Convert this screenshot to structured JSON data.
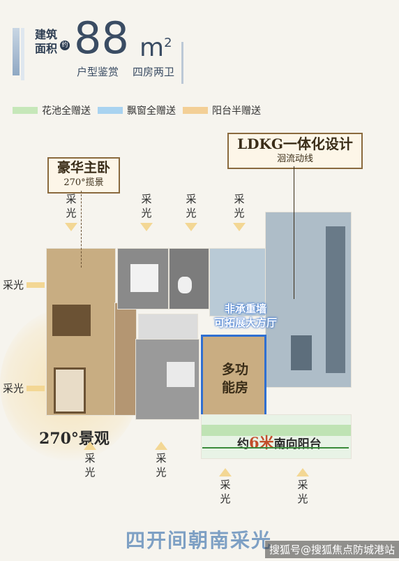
{
  "header": {
    "badge_line1": "建筑",
    "badge_line2": "面积",
    "badge_mark": "约",
    "area_value": "88",
    "area_unit": "m",
    "area_unit_sup": "2",
    "sub_left": "户型鉴赏",
    "sub_right": "四房两卫"
  },
  "legend": [
    {
      "label": "花池全赠送",
      "color": "#c6e7b9"
    },
    {
      "label": "飘窗全赠送",
      "color": "#a9d3f0"
    },
    {
      "label": "阳台半赠送",
      "color": "#f3cf96"
    }
  ],
  "callouts": {
    "master_title": "豪华主卧",
    "master_sub": "270°揽景",
    "ldkg_title": "LDKG一体化设计",
    "ldkg_sub": "洄流动线",
    "wall_line1": "非承重墙",
    "wall_line2": "可拓展大方厅",
    "multi_line1": "多功",
    "multi_line2": "能房",
    "view270": "270°景观",
    "balcony_prefix": "约",
    "balcony_num": "6米",
    "balcony_suffix": "南向阳台"
  },
  "light_label_line1": "采",
  "light_label_line2": "光",
  "light_label_inline": "采光",
  "bottom_title": "四开间朝南采光",
  "watermark": "搜狐号@搜狐焦点防城港站"
}
